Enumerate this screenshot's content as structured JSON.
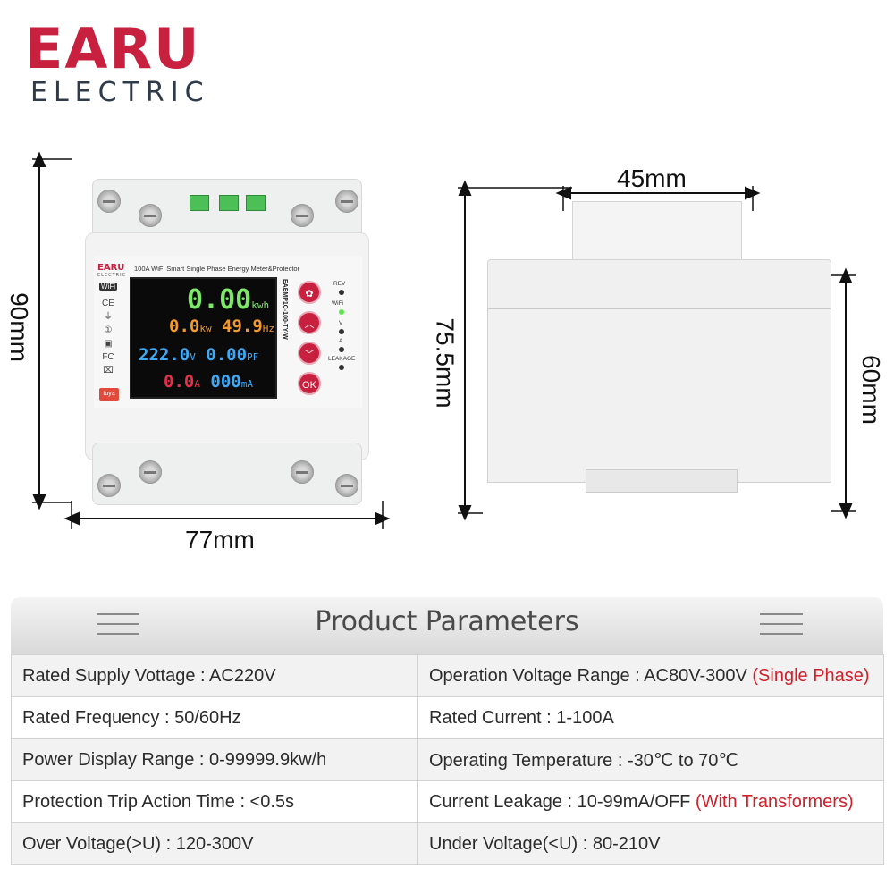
{
  "brand": {
    "name": "EARU",
    "sub": "ELECTRIC"
  },
  "dimensions": {
    "height_front": "90mm",
    "width_front": "77mm",
    "width_side": "45mm",
    "depth_side": "75.5mm",
    "height_side": "60mm"
  },
  "device": {
    "panel_logo": "EARU",
    "panel_logo_sub": "ELECTRIC",
    "panel_title": "100A WiFi Smart Single Phase Energy Meter&Protector",
    "wifi_badge": "WiFi",
    "tuya_badge": "tuya",
    "model": "EAEMP1C-100-TY-W",
    "lcd": {
      "energy": "0.00",
      "energy_unit": "kwh",
      "power": "0.0",
      "power_unit": "kw",
      "freq": "49.9",
      "freq_unit": "Hz",
      "voltage": "222.0",
      "voltage_unit": "V",
      "pf": "0.00",
      "pf_unit": "PF",
      "current": "0.0",
      "current_unit": "A",
      "leak": "000",
      "leak_unit": "mA"
    },
    "buttons": {
      "ok": "OK"
    },
    "leds": {
      "rev": "REV",
      "wifi": "WiFi",
      "v": "V",
      "a": "A",
      "leakage": "LEAKAGE"
    }
  },
  "params": {
    "title": "Product Parameters",
    "rows": [
      {
        "left": "Rated Supply Vottage : AC220V",
        "right": "Operation Voltage Range : AC80V-300V",
        "right_note": "(Single Phase)"
      },
      {
        "left": "Rated Frequency : 50/60Hz",
        "right": "Rated Current : 1-100A",
        "right_note": ""
      },
      {
        "left": "Power Display Range : 0-99999.9kw/h",
        "right": "Operating Temperature : -30℃ to 70℃",
        "right_note": ""
      },
      {
        "left": "Protection Trip Action Time : <0.5s",
        "right": "Current Leakage : 10-99mA/OFF",
        "right_note": "(With Transformers)"
      },
      {
        "left": "Over Voltage(>U) : 120-300V",
        "right": "Under Voltage(<U) : 80-210V",
        "right_note": ""
      }
    ]
  },
  "colors": {
    "brand_red": "#c8203f",
    "note_red": "#d0202a",
    "lcd_green": "#7ee86a",
    "lcd_orange": "#f39a2e",
    "lcd_blue": "#3fa9f5",
    "lcd_red": "#e6304a"
  }
}
